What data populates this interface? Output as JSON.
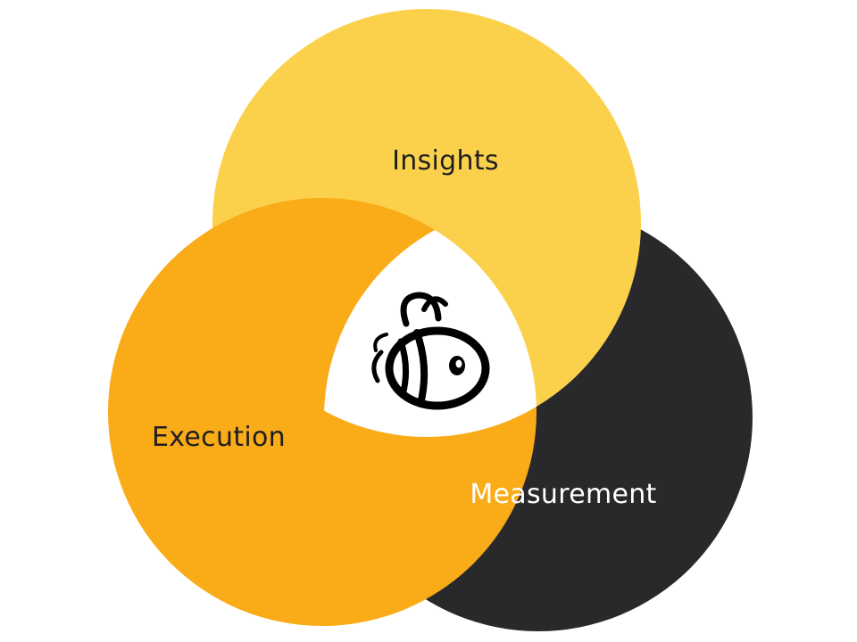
{
  "diagram": {
    "circles": [
      {
        "id": "insights",
        "label": "Insights",
        "color": "#FBD14B",
        "text_color": "#1F1F22"
      },
      {
        "id": "execution",
        "label": "Execution",
        "color": "#FAAB18",
        "text_color": "#1F1F22"
      },
      {
        "id": "measurement",
        "label": "Measurement",
        "color": "#29292C",
        "text_color": "#FFFFFF"
      }
    ],
    "center": {
      "color": "#FFFFFF",
      "icon": "bee-logo-icon"
    }
  }
}
